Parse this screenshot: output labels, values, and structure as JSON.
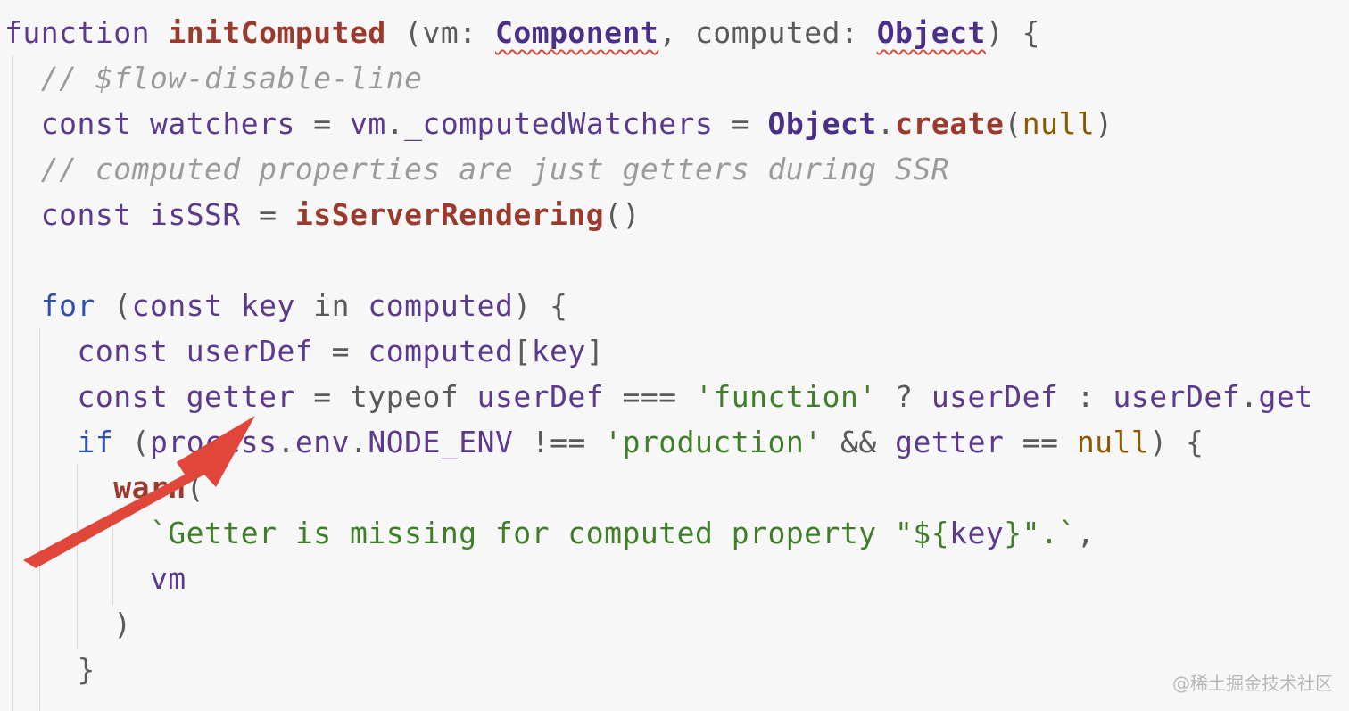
{
  "code": {
    "lines": [
      [
        {
          "t": "function ",
          "c": "kw2"
        },
        {
          "t": "initComputed",
          "c": "fn"
        },
        {
          "t": " (vm: ",
          "c": "plain"
        },
        {
          "t": "Component",
          "c": "obj squig"
        },
        {
          "t": ", computed: ",
          "c": "plain"
        },
        {
          "t": "Object",
          "c": "obj squig"
        },
        {
          "t": ") {",
          "c": "plain"
        }
      ],
      [
        {
          "t": "  // $flow-disable-line",
          "c": "cm"
        }
      ],
      [
        {
          "t": "  const ",
          "c": "kw2"
        },
        {
          "t": "watchers",
          "c": "id"
        },
        {
          "t": " = ",
          "c": "op"
        },
        {
          "t": "vm",
          "c": "id"
        },
        {
          "t": ".",
          "c": "plain"
        },
        {
          "t": "_computedWatchers",
          "c": "id"
        },
        {
          "t": " = ",
          "c": "op"
        },
        {
          "t": "Object",
          "c": "obj"
        },
        {
          "t": ".",
          "c": "plain"
        },
        {
          "t": "create",
          "c": "fn"
        },
        {
          "t": "(",
          "c": "plain"
        },
        {
          "t": "null",
          "c": "lit"
        },
        {
          "t": ")",
          "c": "plain"
        }
      ],
      [
        {
          "t": "  // computed properties are just getters during SSR",
          "c": "cm"
        }
      ],
      [
        {
          "t": "  const ",
          "c": "kw2"
        },
        {
          "t": "isSSR",
          "c": "id"
        },
        {
          "t": " = ",
          "c": "op"
        },
        {
          "t": "isServerRendering",
          "c": "fn"
        },
        {
          "t": "()",
          "c": "plain"
        }
      ],
      [
        {
          "t": "",
          "c": "plain"
        }
      ],
      [
        {
          "t": "  for",
          "c": "kw"
        },
        {
          "t": " (",
          "c": "plain"
        },
        {
          "t": "const ",
          "c": "kw2"
        },
        {
          "t": "key",
          "c": "id"
        },
        {
          "t": " in ",
          "c": "plain"
        },
        {
          "t": "computed",
          "c": "id"
        },
        {
          "t": ") {",
          "c": "plain"
        }
      ],
      [
        {
          "t": "    const ",
          "c": "kw2"
        },
        {
          "t": "userDef",
          "c": "id"
        },
        {
          "t": " = ",
          "c": "op"
        },
        {
          "t": "computed",
          "c": "id"
        },
        {
          "t": "[",
          "c": "plain"
        },
        {
          "t": "key",
          "c": "id"
        },
        {
          "t": "]",
          "c": "plain"
        }
      ],
      [
        {
          "t": "    const ",
          "c": "kw2"
        },
        {
          "t": "getter",
          "c": "id"
        },
        {
          "t": " = typeof ",
          "c": "plain"
        },
        {
          "t": "userDef",
          "c": "id"
        },
        {
          "t": " === ",
          "c": "op"
        },
        {
          "t": "'function'",
          "c": "str"
        },
        {
          "t": " ? ",
          "c": "op"
        },
        {
          "t": "userDef",
          "c": "id"
        },
        {
          "t": " : ",
          "c": "op"
        },
        {
          "t": "userDef",
          "c": "id"
        },
        {
          "t": ".",
          "c": "plain"
        },
        {
          "t": "get",
          "c": "id"
        }
      ],
      [
        {
          "t": "    if",
          "c": "kw"
        },
        {
          "t": " (",
          "c": "plain"
        },
        {
          "t": "process",
          "c": "id"
        },
        {
          "t": ".",
          "c": "plain"
        },
        {
          "t": "env",
          "c": "id"
        },
        {
          "t": ".",
          "c": "plain"
        },
        {
          "t": "NODE_ENV",
          "c": "id"
        },
        {
          "t": " !== ",
          "c": "op"
        },
        {
          "t": "'production'",
          "c": "str"
        },
        {
          "t": " && ",
          "c": "op"
        },
        {
          "t": "getter",
          "c": "id"
        },
        {
          "t": " == ",
          "c": "op"
        },
        {
          "t": "null",
          "c": "lit"
        },
        {
          "t": ") {",
          "c": "plain"
        }
      ],
      [
        {
          "t": "      warn",
          "c": "fn"
        },
        {
          "t": "(",
          "c": "plain"
        }
      ],
      [
        {
          "t": "        `Getter is missing for computed property \"${",
          "c": "str"
        },
        {
          "t": "key",
          "c": "id"
        },
        {
          "t": "}\".`",
          "c": "str"
        },
        {
          "t": ",",
          "c": "plain"
        }
      ],
      [
        {
          "t": "        vm",
          "c": "id"
        }
      ],
      [
        {
          "t": "      )",
          "c": "plain"
        }
      ],
      [
        {
          "t": "    }",
          "c": "plain"
        }
      ]
    ]
  },
  "annotation": {
    "arrow_color": "#e0463a"
  },
  "watermark": {
    "text": "@稀土掘金技术社区"
  }
}
